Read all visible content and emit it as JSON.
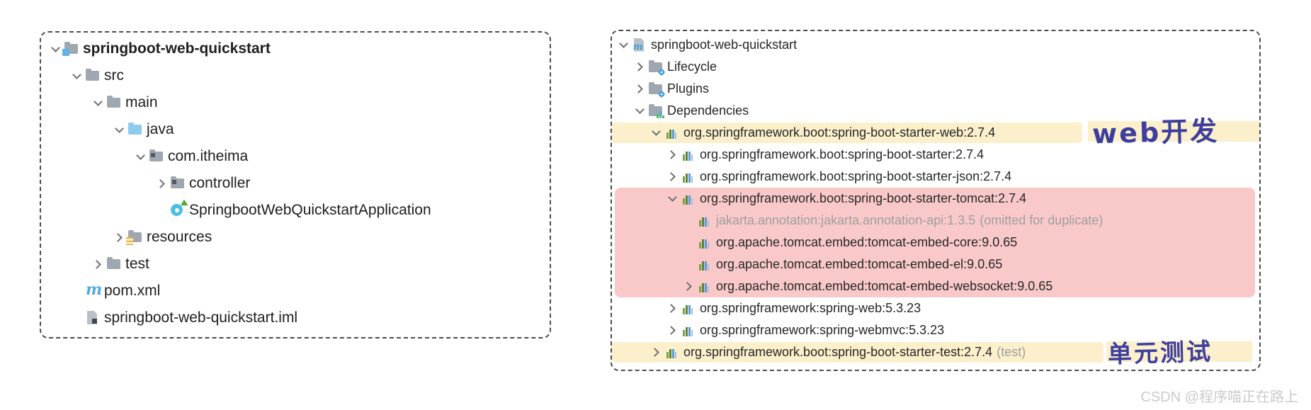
{
  "page": {
    "watermark": "CSDN @程序喵正在路上"
  },
  "colors": {
    "row_highlight_yellow": "#fbf0cb",
    "block_highlight_pink": "#f9c9c9",
    "annotation_ink": "#3e3e9e",
    "text": "#1e1e1e",
    "muted_text": "#9e9e9e",
    "panel_border": "#4b4b4b",
    "folder_gray": "#9fa8b1",
    "folder_blue": "#8ecbec",
    "maven_blue": "#54aade"
  },
  "icons": {
    "chevron-down-icon": "expanded tree node arrow",
    "chevron-right-icon": "collapsed tree node arrow",
    "project-folder-icon": "gray folder with blue square",
    "folder-icon": "gray folder",
    "java-sources-folder-icon": "blue folder",
    "package-icon": "gray folder with dark square",
    "resources-folder-icon": "gray folder with yellow lines",
    "springboot-class-icon": "cyan circle with green run arrow",
    "maven-pom-icon": "blue italic m",
    "iml-file-icon": "gray file with dark square",
    "maven-module-icon": "gray file with blue m",
    "lifecycle-folder-icon": "gray folder with blue gear",
    "plugins-folder-icon": "gray folder with blue gear",
    "dependencies-folder-icon": "gray folder with bar chart",
    "library-icon": "green and blue vertical bars"
  },
  "project_tree": {
    "rows": [
      {
        "label": "springboot-web-quickstart"
      },
      {
        "label": "src"
      },
      {
        "label": "main"
      },
      {
        "label": "java"
      },
      {
        "label": "com.itheima"
      },
      {
        "label": "controller"
      },
      {
        "label": "SpringbootWebQuickstartApplication"
      },
      {
        "label": "resources"
      },
      {
        "label": "test"
      },
      {
        "label": "pom.xml"
      },
      {
        "label": "springboot-web-quickstart.iml"
      }
    ]
  },
  "maven_panel": {
    "rows": [
      {
        "label": "springboot-web-quickstart"
      },
      {
        "label": "Lifecycle"
      },
      {
        "label": "Plugins"
      },
      {
        "label": "Dependencies"
      },
      {
        "label": "org.springframework.boot:spring-boot-starter-web:2.7.4"
      },
      {
        "label": "org.springframework.boot:spring-boot-starter:2.7.4"
      },
      {
        "label": "org.springframework.boot:spring-boot-starter-json:2.7.4"
      },
      {
        "label": "org.springframework.boot:spring-boot-starter-tomcat:2.7.4"
      },
      {
        "label": "jakarta.annotation:jakarta.annotation-api:1.3.5",
        "suffix": "(omitted for duplicate)"
      },
      {
        "label": "org.apache.tomcat.embed:tomcat-embed-core:9.0.65"
      },
      {
        "label": "org.apache.tomcat.embed:tomcat-embed-el:9.0.65"
      },
      {
        "label": "org.apache.tomcat.embed:tomcat-embed-websocket:9.0.65"
      },
      {
        "label": "org.springframework:spring-web:5.3.23"
      },
      {
        "label": "org.springframework:spring-webmvc:5.3.23"
      },
      {
        "label": "org.springframework.boot:spring-boot-starter-test:2.7.4",
        "suffix": "(test)"
      }
    ]
  },
  "annotations": {
    "web_dev": "web开发",
    "unit_test": "单元测试"
  }
}
